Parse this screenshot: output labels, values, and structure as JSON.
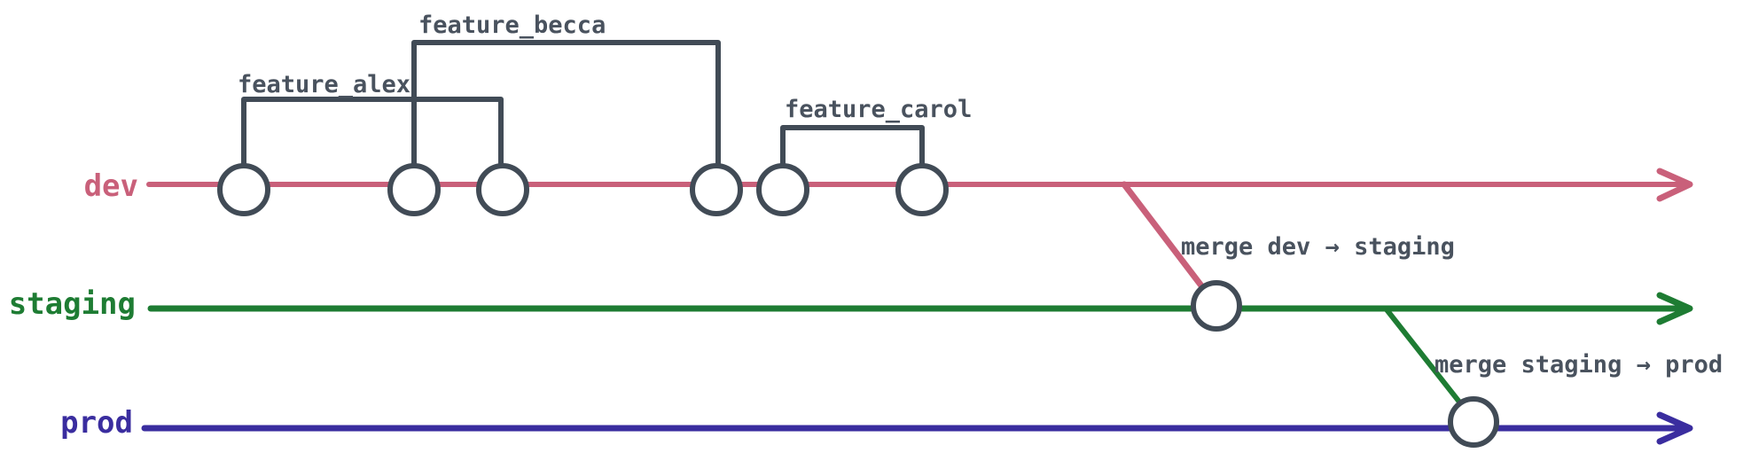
{
  "diagram": {
    "type": "git-branch-flow",
    "background": "#ffffff",
    "text_color": "#49525e",
    "node": {
      "fill": "#ffffff",
      "stroke": "#414b56"
    },
    "branches": [
      {
        "label": "dev",
        "color": "#c9607a"
      },
      {
        "label": "staging",
        "color": "#1e7c33"
      },
      {
        "label": "prod",
        "color": "#3a2d9f"
      }
    ],
    "dev_commit_count": 6,
    "feature_groups": [
      {
        "label": "feature_alex",
        "from_commit": 1,
        "to_commit": 3
      },
      {
        "label": "feature_becca",
        "from_commit": 2,
        "to_commit": 4
      },
      {
        "label": "feature_carol",
        "from_commit": 5,
        "to_commit": 6
      }
    ],
    "merges": [
      {
        "label": "merge dev → staging",
        "from": "dev",
        "to": "staging"
      },
      {
        "label": "merge staging → prod",
        "from": "staging",
        "to": "prod"
      }
    ]
  }
}
